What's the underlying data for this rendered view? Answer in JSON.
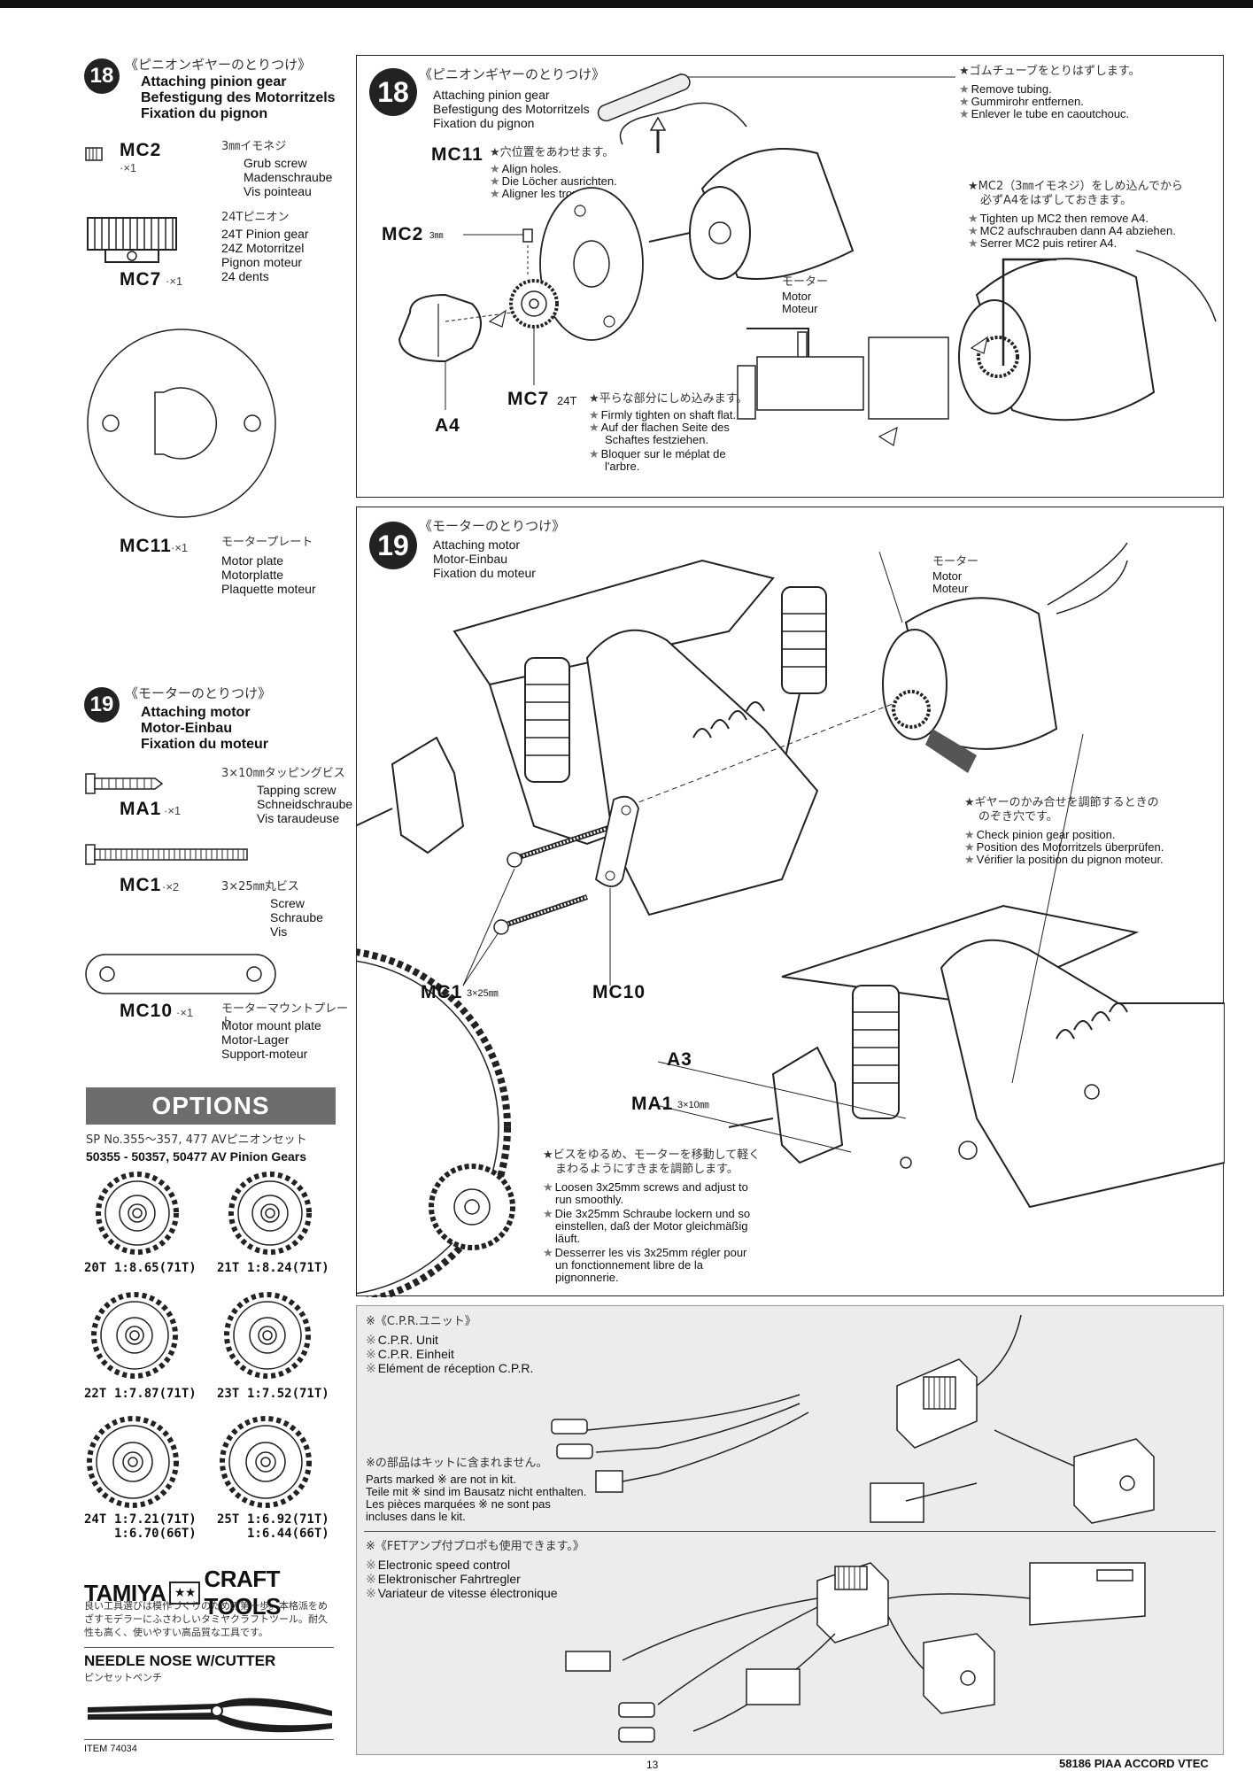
{
  "left": {
    "step18": {
      "number": "18",
      "jp": "《ピニオンギヤーのとりつけ》",
      "en": "Attaching pinion gear",
      "de": "Befestigung des Motorritzels",
      "fr": "Fixation du pignon"
    },
    "parts18": [
      {
        "code": "MC2",
        "qty": "·×1",
        "jp": "3㎜イモネジ",
        "names": [
          "Grub screw",
          "Madenschraube",
          "Vis pointeau"
        ]
      },
      {
        "code": "MC7",
        "qty": "·×1",
        "jp": "24Tピニオン",
        "names": [
          "24T Pinion gear",
          "24Z Motorritzel",
          "Pignon moteur",
          "24 dents"
        ]
      },
      {
        "code": "MC11",
        "qty": "·×1",
        "jp": "モータープレート",
        "names": [
          "Motor plate",
          "Motorplatte",
          "Plaquette moteur"
        ]
      }
    ],
    "step19": {
      "number": "19",
      "jp": "《モーターのとりつけ》",
      "en": "Attaching motor",
      "de": "Motor-Einbau",
      "fr": "Fixation du moteur"
    },
    "parts19": [
      {
        "code": "MA1",
        "qty": "·×1",
        "jp": "3×10㎜タッピングビス",
        "names": [
          "Tapping screw",
          "Schneidschraube",
          "Vis taraudeuse"
        ]
      },
      {
        "code": "MC1",
        "qty": "·×2",
        "jp": "3×25㎜丸ビス",
        "names": [
          "Screw",
          "Schraube",
          "Vis"
        ]
      },
      {
        "code": "MC10",
        "qty": "·×1",
        "jp": "モーターマウントプレート",
        "names": [
          "Motor mount plate",
          "Motor-Lager",
          "Support-moteur"
        ]
      }
    ],
    "options": {
      "title": "OPTIONS",
      "jp": "SP No.355～357, 477 AVピニオンセット",
      "en": "50355 - 50357, 50477 AV Pinion Gears",
      "gears": [
        {
          "t": "20T",
          "ratio": "1:8.65(71T)",
          "ratio2": ""
        },
        {
          "t": "21T",
          "ratio": "1:8.24(71T)",
          "ratio2": ""
        },
        {
          "t": "22T",
          "ratio": "1:7.87(71T)",
          "ratio2": ""
        },
        {
          "t": "23T",
          "ratio": "1:7.52(71T)",
          "ratio2": ""
        },
        {
          "t": "24T",
          "ratio": "1:7.21(71T)",
          "ratio2": "1:6.70(66T)"
        },
        {
          "t": "25T",
          "ratio": "1:6.92(71T)",
          "ratio2": "1:6.44(66T)"
        }
      ]
    },
    "tools": {
      "brand": "TAMIYA",
      "brand2": "CRAFT TOOLS",
      "jp": "良い工具選びは模作づくりのための第一歩。本格派をめざすモデラーにふさわしいタミヤクラフトツール。耐久性も高く、使いやすい高品質な工具です。",
      "tool_name": "NEEDLE NOSE W/CUTTER",
      "tool_jp": "ピンセットペンチ",
      "item": "ITEM 74034"
    }
  },
  "panel18": {
    "number": "18",
    "jp": "《ピニオンギヤーのとりつけ》",
    "en": "Attaching pinion gear",
    "de": "Befestigung des Motorritzels",
    "fr": "Fixation du pignon",
    "tubing_jp": "★ゴムチューブをとりはずします。",
    "tubing": [
      "Remove tubing.",
      "Gummirohr entfernen.",
      "Enlever le tube en caoutchouc."
    ],
    "mc11_label": "MC11",
    "mc11_jp": "★穴位置をあわせます。",
    "mc11_notes": [
      "Align holes.",
      "Die Löcher ausrichten.",
      "Aligner les trous."
    ],
    "mc2_label": "MC2",
    "mc2_size": "3㎜",
    "motor_jp": "モーター",
    "motor": [
      "Motor",
      "Moteur"
    ],
    "tighten_jp": [
      "★MC2（3㎜イモネジ）をしめ込んでから",
      "必ずA4をはずしておきます。"
    ],
    "tighten": [
      "Tighten up MC2 then remove A4.",
      "MC2 aufschrauben dann A4 abziehen.",
      "Serrer MC2 puis retirer A4."
    ],
    "a4_label": "A4",
    "mc7_label": "MC7",
    "mc7_size": "24T",
    "flat_jp": "★平らな部分にしめ込みます。",
    "flat": [
      "Firmly tighten on shaft flat.",
      "Auf der flachen Seite des",
      "Schaftes festziehen.",
      "Bloquer sur le méplat de",
      "l'arbre."
    ]
  },
  "panel19": {
    "number": "19",
    "jp": "《モーターのとりつけ》",
    "en": "Attaching motor",
    "de": "Motor-Einbau",
    "fr": "Fixation du moteur",
    "motor_jp": "モーター",
    "motor": [
      "Motor",
      "Moteur"
    ],
    "check_jp": [
      "★ギヤーのかみ合せを調節するときの",
      "のぞき穴です。"
    ],
    "check": [
      "Check pinion gear position.",
      "Position des Motorritzels überprüfen.",
      "Vérifier la position du pignon moteur."
    ],
    "mc1_label": "MC1",
    "mc1_size": "3×25㎜",
    "mc10_label": "MC10",
    "a3_label": "A3",
    "ma1_label": "MA1",
    "ma1_size": "3×10㎜",
    "loosen_jp": [
      "★ビスをゆるめ、モーターを移動して軽く",
      "まわるようにすきまを調節します。"
    ],
    "loosen": [
      "Loosen 3x25mm screws and adjust to",
      "run smoothly.",
      "Die 3x25mm Schraube lockern und so",
      "einstellen, daß der Motor gleichmäßig",
      "läuft.",
      "Desserrer les vis 3x25mm régler pour",
      "un fonctionnement libre de la",
      "pignonnerie."
    ]
  },
  "panel_cpr": {
    "jp": "※《C.P.R.ユニット》",
    "lines": [
      "C.P.R. Unit",
      "C.P.R. Einheit",
      "Elément de réception C.P.R."
    ],
    "not_jp": "※の部品はキットに含まれません。",
    "not_lines": [
      "Parts marked ※ are not in kit.",
      "Teile mit ※ sind im Bausatz nicht enthalten.",
      "Les pièces marquées ※ ne sont pas",
      "incluses dans le kit."
    ]
  },
  "panel_fet": {
    "jp": "※《FETアンプ付プロポも使用できます。》",
    "lines": [
      "Electronic speed control",
      "Elektronischer Fahrtregler",
      "Variateur de vitesse électronique"
    ]
  },
  "footer": {
    "page_number": "13",
    "title": "58186 PIAA ACCORD VTEC"
  }
}
